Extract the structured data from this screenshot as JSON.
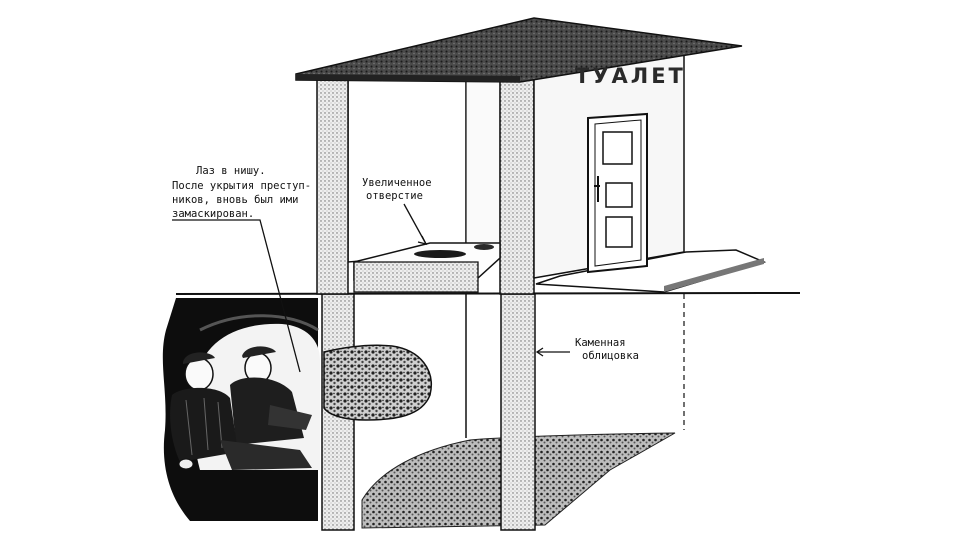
{
  "sign": "ТУАЛЕТ",
  "labels": {
    "manhole_line1": "Лаз в нишу.",
    "manhole_line2": "После укрытия преступ-",
    "manhole_line3": "ников, вновь был ими",
    "manhole_line4": "замаскирован.",
    "hole_line1": "Увеличенное",
    "hole_line2": "отверстие",
    "stone_line1": "Каменная",
    "stone_line2": "облицовка"
  },
  "icons": [
    "door-icon",
    "door-handle-icon"
  ],
  "colors": {
    "ink": "#111111",
    "paper": "#ffffff",
    "roof": "#3a3a3a"
  }
}
